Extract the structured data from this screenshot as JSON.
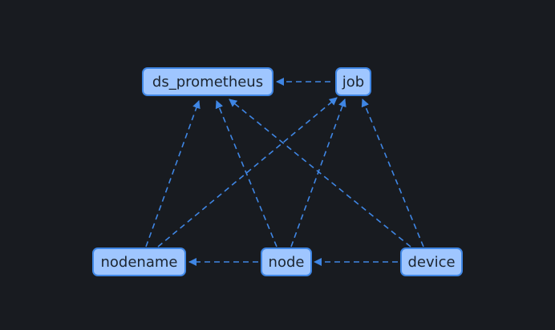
{
  "diagram": {
    "nodes": [
      {
        "id": "ds_prometheus",
        "label": "ds_prometheus"
      },
      {
        "id": "job",
        "label": "job"
      },
      {
        "id": "nodename",
        "label": "nodename"
      },
      {
        "id": "node",
        "label": "node"
      },
      {
        "id": "device",
        "label": "device"
      }
    ],
    "edges": [
      {
        "from": "job",
        "to": "ds_prometheus"
      },
      {
        "from": "nodename",
        "to": "ds_prometheus"
      },
      {
        "from": "nodename",
        "to": "job"
      },
      {
        "from": "node",
        "to": "ds_prometheus"
      },
      {
        "from": "node",
        "to": "job"
      },
      {
        "from": "node",
        "to": "nodename"
      },
      {
        "from": "device",
        "to": "ds_prometheus"
      },
      {
        "from": "device",
        "to": "job"
      },
      {
        "from": "device",
        "to": "node"
      }
    ],
    "colors": {
      "background": "#181b20",
      "node_fill": "#9fc6ff",
      "node_border": "#3f86e4",
      "edge": "#3f86e4",
      "text": "#1c2530"
    },
    "edge_style": "dashed"
  }
}
